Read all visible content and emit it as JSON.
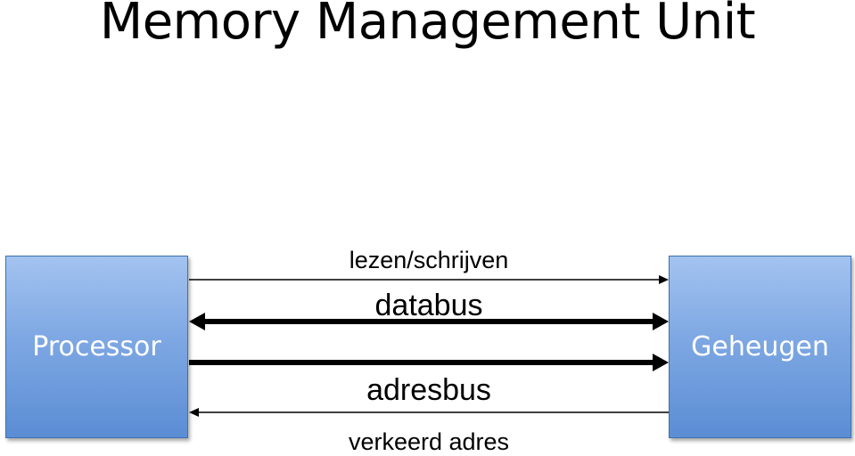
{
  "title": "Memory Management Unit",
  "boxes": {
    "processor": "Processor",
    "memory": "Geheugen"
  },
  "signals": {
    "read_write": "lezen/schrijven",
    "data_bus": "databus",
    "address_bus": "adresbus",
    "wrong_address": "verkeerd adres"
  },
  "colors": {
    "box_fill_top": "#a3c3f0",
    "box_fill_bottom": "#5b8dd4",
    "box_text": "#ffffff",
    "lines": "#000000"
  }
}
